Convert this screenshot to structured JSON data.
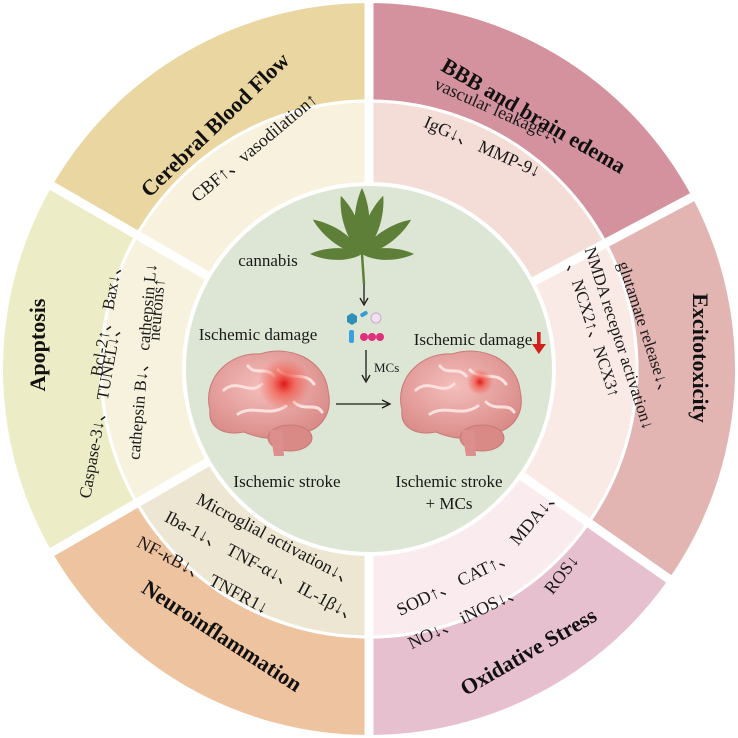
{
  "center": {
    "cannabis_label": "cannabis",
    "damage_left": "Ischemic damage",
    "damage_right": "Ischemic damage",
    "mcs_label": "MCs",
    "stroke_left": "Ischemic stroke",
    "stroke_right_line1": "Ischemic stroke",
    "stroke_right_line2": "+ MCs"
  },
  "sectors": {
    "cbf": {
      "title": "Cerebral Blood Flow",
      "lines": [
        "CBF↑、vasodilation↑"
      ]
    },
    "bbb": {
      "title": "BBB and brain edema",
      "lines": [
        "vascular leakage↓、",
        "IgG↓、 MMP-9↓"
      ]
    },
    "excitotoxicity": {
      "title": "Excitotoxicity",
      "lines": [
        "glutamate release↓、",
        "NMDA receptor activation↓",
        "、NCX2↑、NCX3↑"
      ]
    },
    "oxidative": {
      "title": "Oxidative Stress",
      "lines": [
        "MDA↓、",
        "SOD↑、 CAT↑、",
        "ROS↓",
        "NO↓、 iNOS↓、"
      ]
    },
    "neuroinflammation": {
      "title": "Neuroinflammation",
      "lines": [
        "Microglial activation↓、",
        "Iba-1↓、 TNF-α↓、 IL-1β↓、",
        "NF-κB↓、 TNFR1↓"
      ]
    },
    "apoptosis": {
      "title": "Apoptosis",
      "lines": [
        "neurons↑",
        "Bcl-2↑、 Bax↓、",
        "cathepsin B↓、 cathepsin L↓",
        "Caspase-3↓、 TUNEL↓、"
      ]
    }
  },
  "colors": {
    "cbf_outer": "#e9d6a0",
    "cbf_inner": "#f7f1dd",
    "bbb_outer": "#d4929e",
    "bbb_inner": "#f4ddd7",
    "excito_outer": "#e2b4b2",
    "excito_inner": "#faeae6",
    "oxid_outer": "#e7c0cf",
    "oxid_inner": "#faecee",
    "neuro_outer": "#eec39f",
    "neuro_inner": "#ece6d2",
    "apop_outer": "#ecedc6",
    "apop_inner": "#f6f2de",
    "center": "#dde6d4",
    "leaf": "#5d7f38",
    "brain": "#e7a3a1",
    "down_arrow": "#d21f1f"
  }
}
